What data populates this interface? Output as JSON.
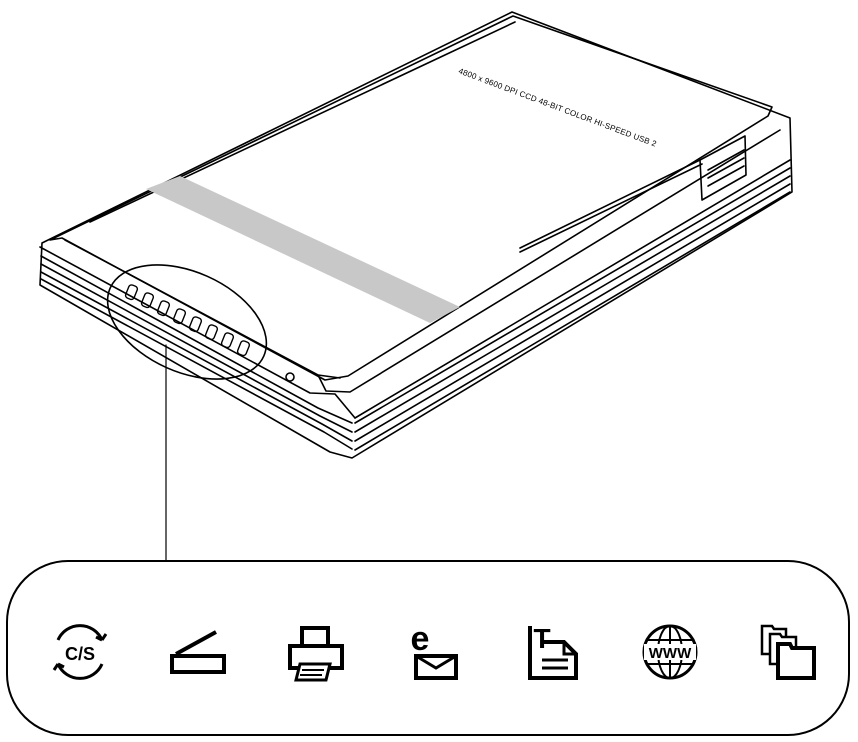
{
  "scanner": {
    "spec_text": "4800 x 9600 DPI CCD    48-BIT COLOR    HI-SPEED USB 2"
  },
  "button_panel": {
    "buttons": [
      {
        "icon": "copy-scan-icon",
        "label": "C/S"
      },
      {
        "icon": "scan-icon"
      },
      {
        "icon": "print-icon"
      },
      {
        "icon": "email-icon",
        "label": "e"
      },
      {
        "icon": "ocr-text-icon",
        "label": "T"
      },
      {
        "icon": "web-icon",
        "label": "WWW"
      },
      {
        "icon": "file-folder-icon"
      }
    ]
  },
  "colors": {
    "line": "#000000",
    "stripe": "#c8c8c8",
    "background": "#ffffff"
  }
}
